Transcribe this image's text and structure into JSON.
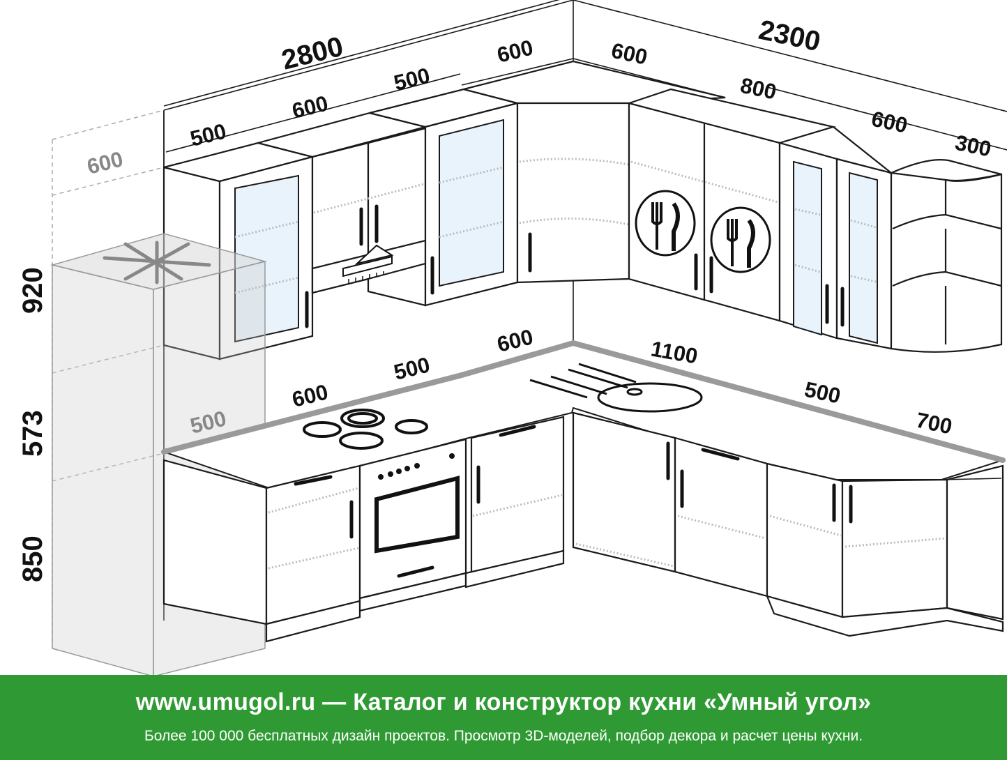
{
  "diagram": {
    "overall_left": "2800",
    "overall_right": "2300",
    "upper_left": [
      "500",
      "600",
      "500",
      "600"
    ],
    "upper_right": [
      "600",
      "800",
      "600",
      "300"
    ],
    "lower_left": [
      "500",
      "600",
      "500",
      "600"
    ],
    "lower_right": [
      "1100",
      "500",
      "700"
    ],
    "fridge_depth": "600",
    "heights": {
      "upper": "920",
      "backsplash": "573",
      "lower": "850"
    }
  },
  "footer": {
    "title": "www.umugol.ru — Каталог и конструктор кухни «Умный угол»",
    "subtitle": "Более 100 000 бесплатных дизайн проектов. Просмотр 3D-моделей, подбор декора и расчет цены кухни."
  },
  "colors": {
    "footer_bg": "#2f9a33",
    "countertop": "#9a9a9a",
    "glass": "#e8f3fb"
  }
}
